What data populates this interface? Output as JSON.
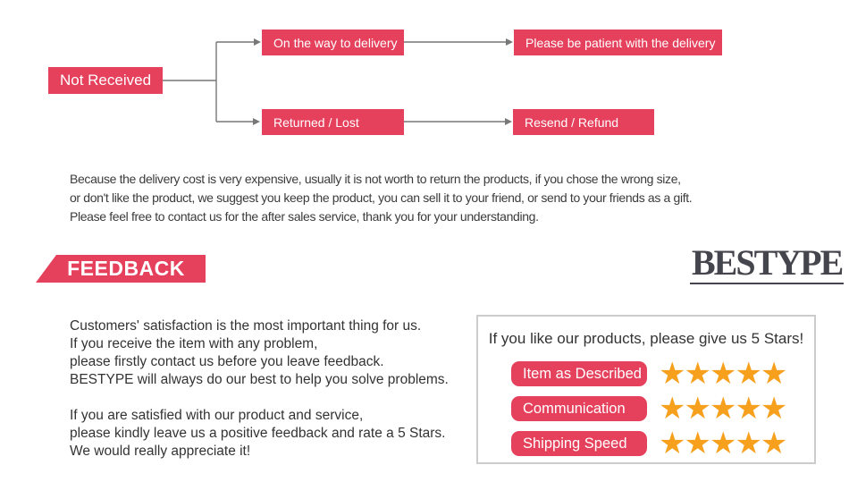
{
  "flowchart": {
    "nodes": {
      "root": "Not Received",
      "top_branch": "On the way to delivery",
      "top_result": "Please be patient with the delivery",
      "bottom_branch": "Returned / Lost",
      "bottom_result": "Resend / Refund"
    }
  },
  "delivery_note": [
    "Because the delivery cost is very expensive, usually it is not worth to return the products, if you chose the wrong size,",
    "or don't like the product, we suggest you keep the product, you can sell it to your friend, or send to your friends as a gift.",
    "Please feel free to contact us for the after sales service, thank you for your understanding."
  ],
  "feedback": {
    "heading": "FEEDBACK",
    "brand": "BESTYPE",
    "message": [
      "Customers' satisfaction is the most important thing for us.",
      "If you receive the item with any problem,",
      "please firstly contact us before you leave feedback.",
      "BESTYPE will always do our best to help you solve problems.",
      "If you are satisfied with our product and service,",
      "please kindly leave us a positive feedback and rate a 5 Stars.",
      "We would really appreciate it!"
    ],
    "rating_box": {
      "title": "If you like our products, please give us 5 Stars!",
      "rows": [
        {
          "label": "Item as Described",
          "stars": "★★★★★"
        },
        {
          "label": "Communication",
          "stars": "★★★★★"
        },
        {
          "label": "Shipping Speed",
          "stars": "★★★★★"
        }
      ]
    }
  },
  "colors": {
    "accent_red": "#e5405c",
    "star_orange": "#f7a01e",
    "connector_gray": "#777777",
    "brand_gray": "#45454d",
    "box_border": "#cccccc"
  }
}
